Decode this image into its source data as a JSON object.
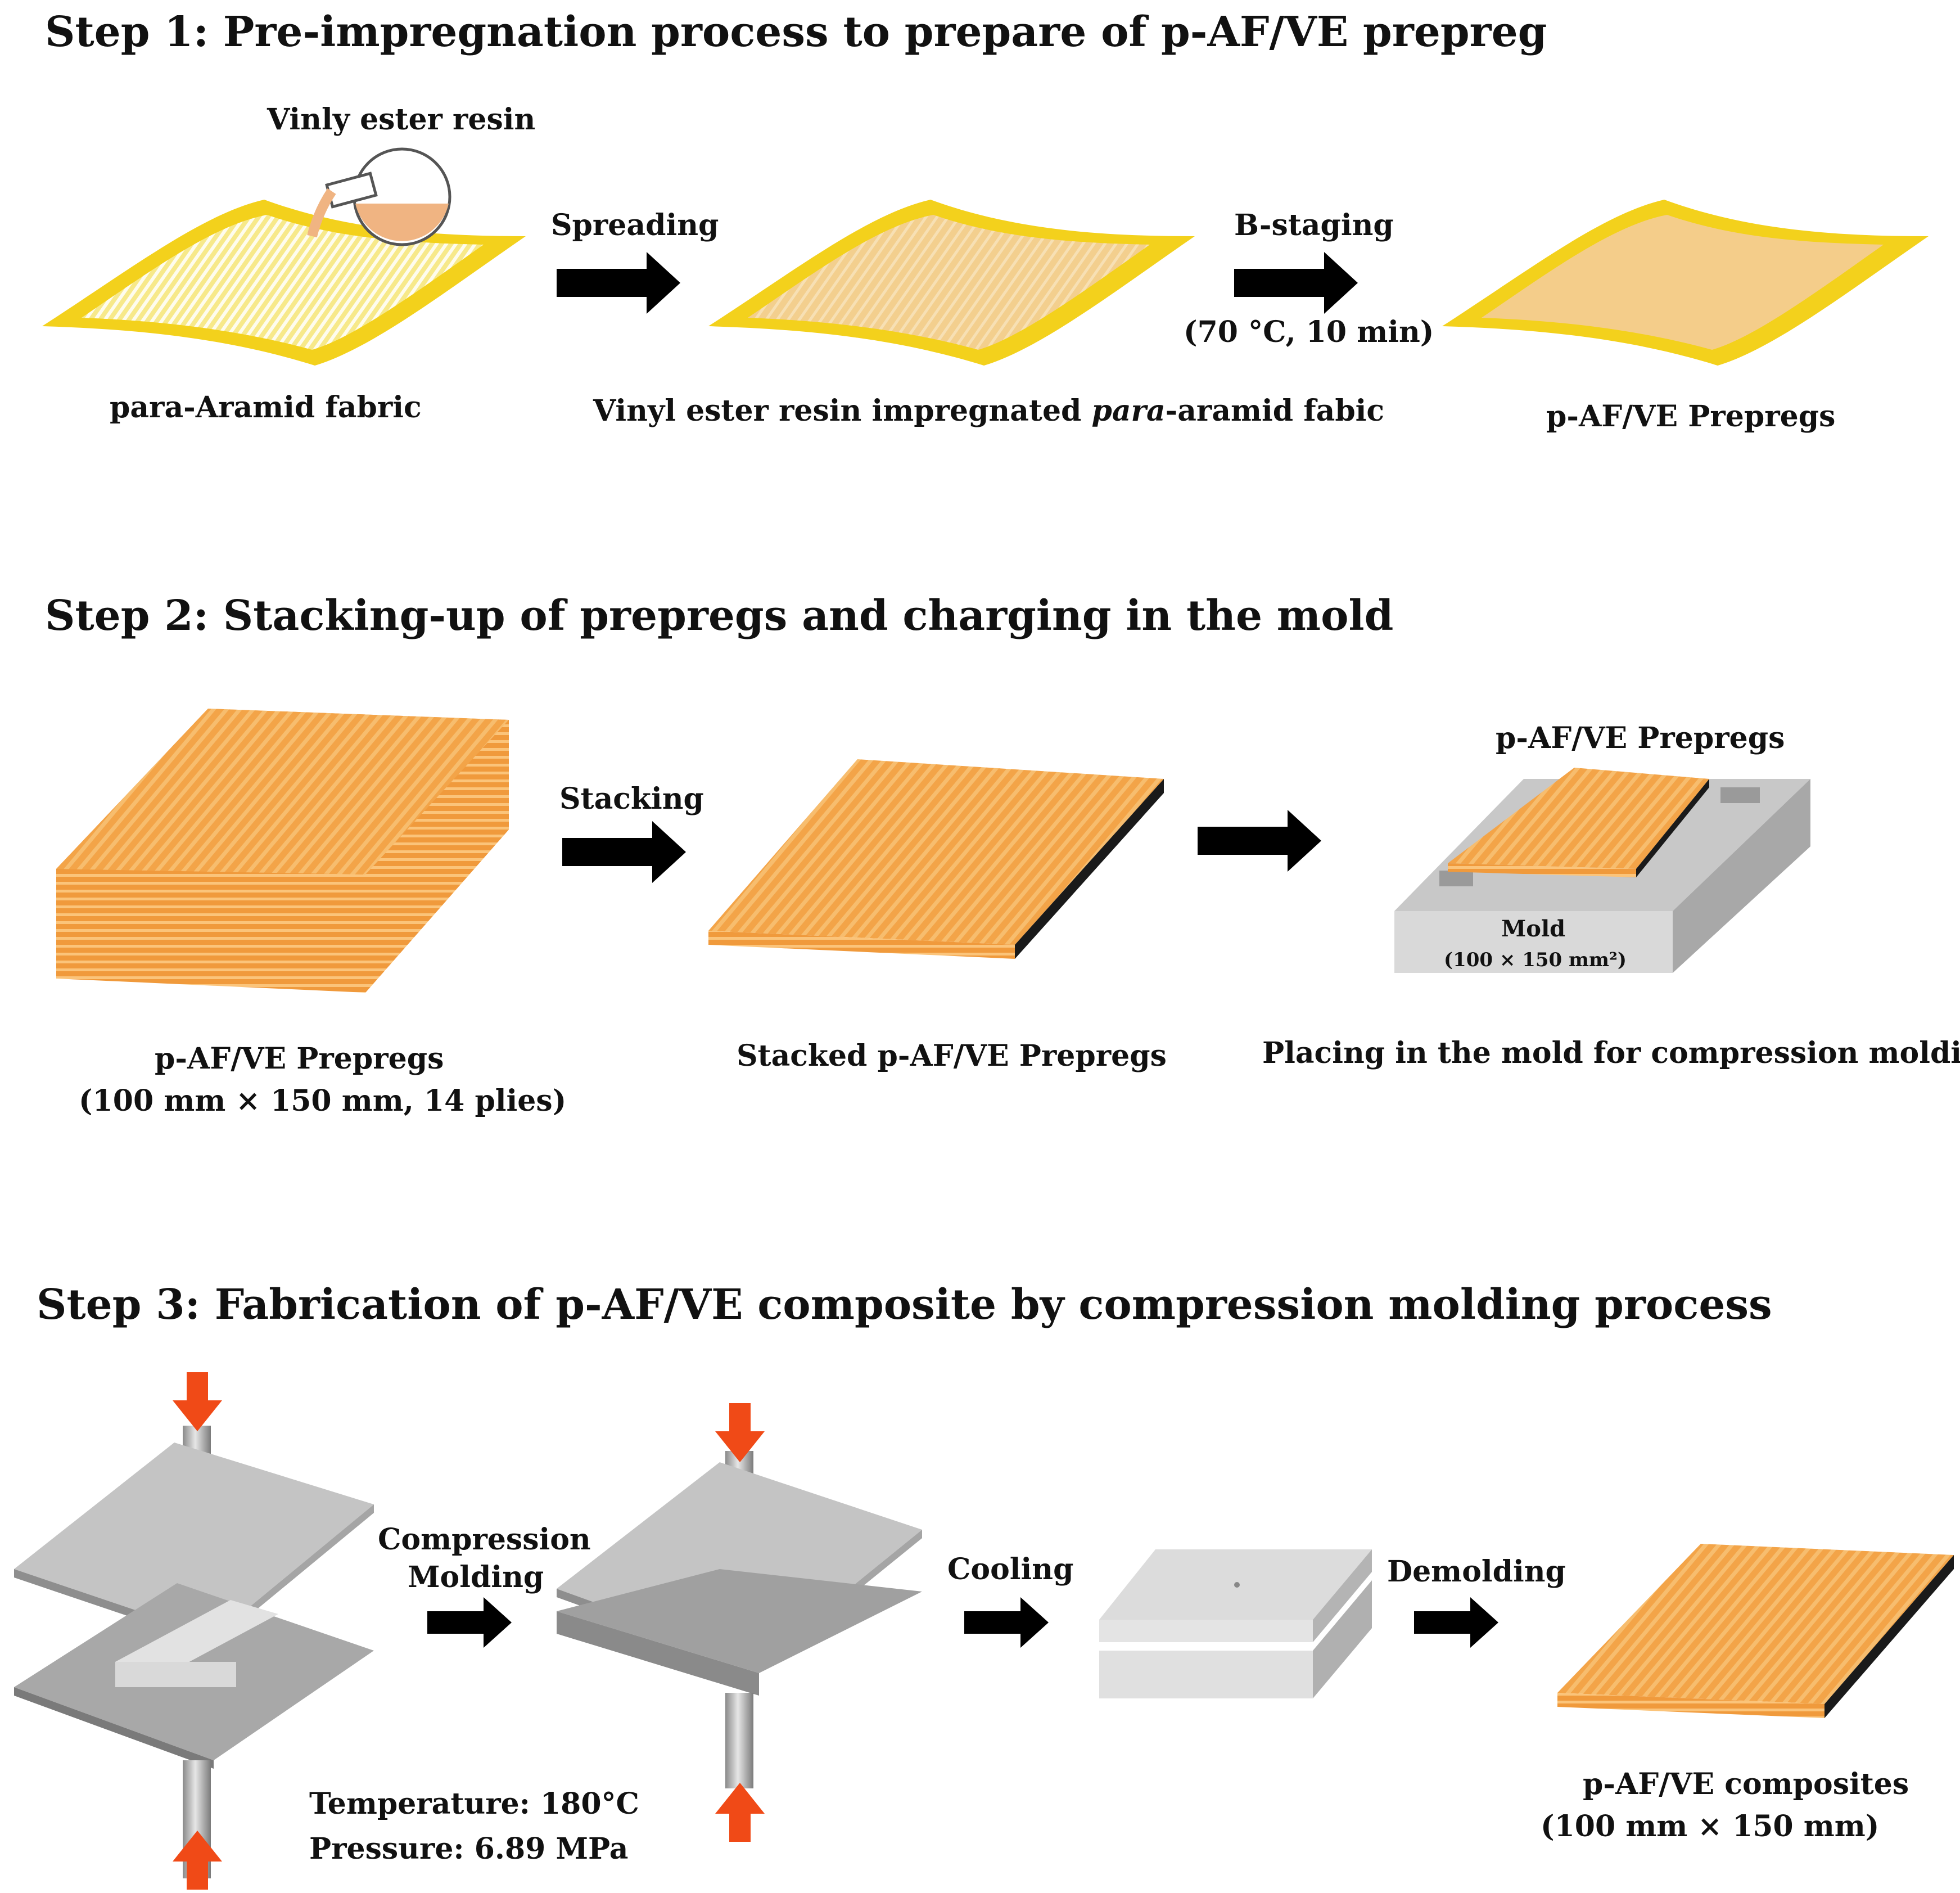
{
  "step1": {
    "title": "Step 1: Pre-impregnation process to prepare of p-AF/VE prepreg",
    "resin_label": "Vinly ester resin",
    "fabric_caption": "para-Aramid fabric",
    "arrow1_label": "Spreading",
    "impregnated_caption_a": "Vinyl ester resin impregnated ",
    "impregnated_caption_italic": "para",
    "impregnated_caption_b": "-aramid fabic",
    "arrow2_label": "B-staging",
    "arrow2_condition": "(70 °C, 10 min)",
    "prepreg_caption": "p-AF/VE Prepregs"
  },
  "step2": {
    "title": "Step 2: Stacking-up of prepregs and charging in the mold",
    "stack_caption_line1": "p-AF/VE Prepregs",
    "stack_caption_line2": "(100 mm × 150 mm, 14 plies)",
    "arrow1_label": "Stacking",
    "stacked_caption": "Stacked p-AF/VE Prepregs",
    "mold_top_label": "p-AF/VE Prepregs",
    "mold_label": "Mold",
    "mold_size": "(100 × 150 mm²)",
    "placing_caption": "Placing in the mold for compression molding"
  },
  "step3": {
    "title": "Step 3: Fabrication of p-AF/VE composite by compression molding process",
    "arrow1_label_line1": "Compression",
    "arrow1_label_line2": "Molding",
    "temperature": "Temperature: 180°C",
    "pressure": "Pressure: 6.89 MPa",
    "arrow2_label": "Cooling",
    "arrow3_label": "Demolding",
    "composite_caption_line1": "p-AF/VE composites",
    "composite_caption_line2": "(100 mm × 150 mm)"
  },
  "colors": {
    "fabric_yellow": "#f4d21a",
    "fabric_inner": "#f7e87a",
    "resin_orange": "#f0b070",
    "prepreg_orange": "#f3a24a",
    "arrow_black": "#000000",
    "press_red": "#f04a17",
    "plate_gray": "#bdbdbd"
  }
}
